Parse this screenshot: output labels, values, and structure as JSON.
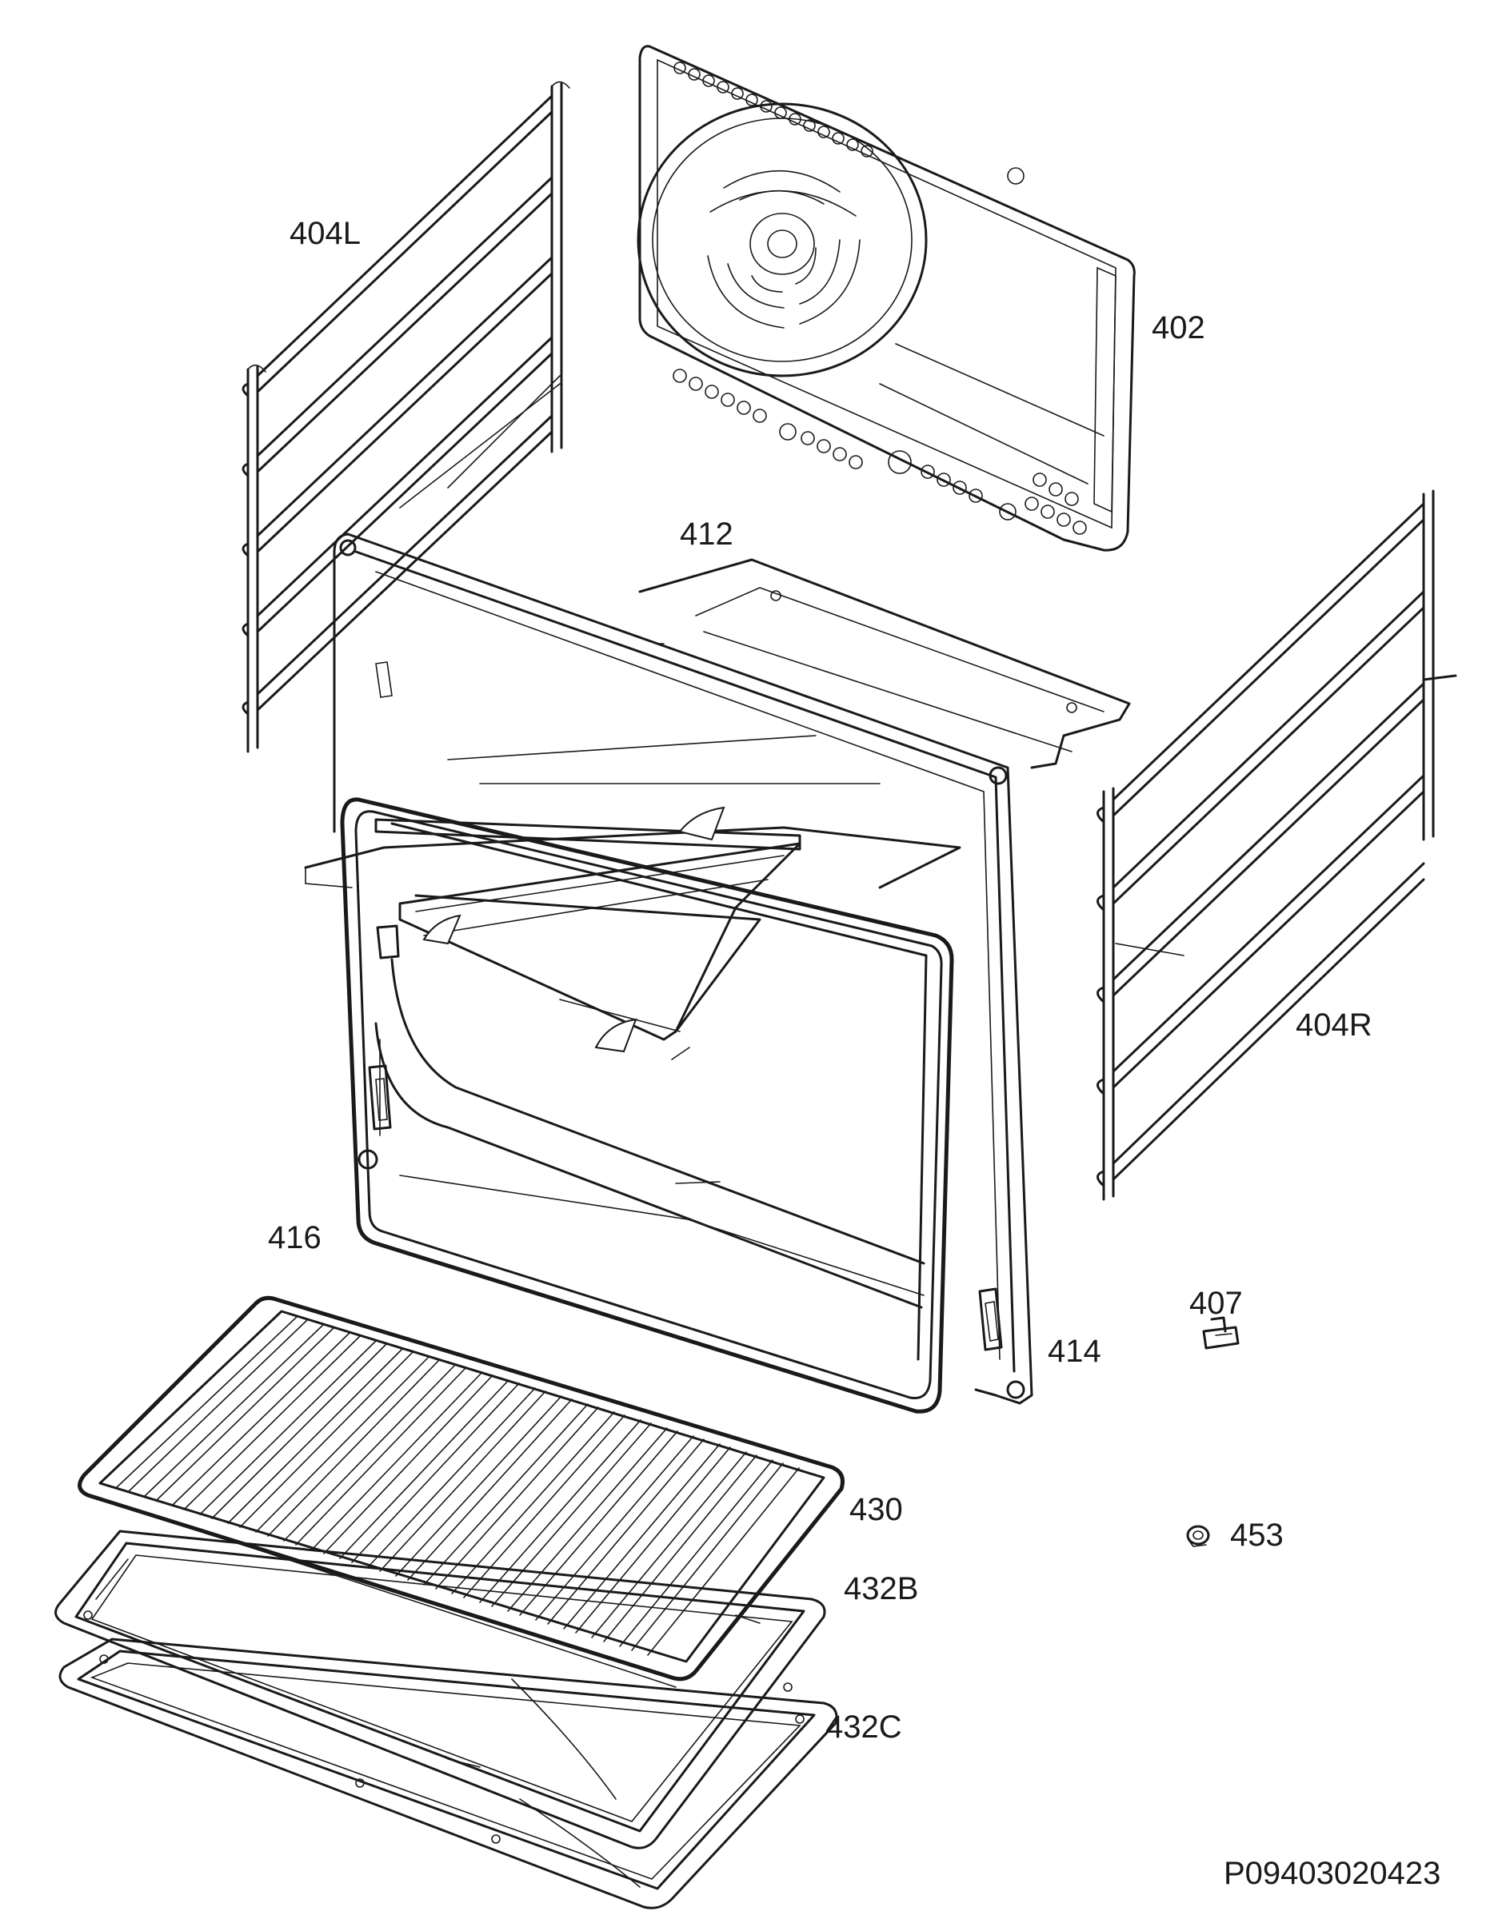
{
  "diagram": {
    "labels": {
      "p404L": "404L",
      "p402": "402",
      "p412": "412",
      "p404R": "404R",
      "p416": "416",
      "p407": "407",
      "p414": "414",
      "p430": "430",
      "p453": "453",
      "p432B": "432B",
      "p432C": "432C"
    },
    "drawing_code": "P09403020423"
  }
}
